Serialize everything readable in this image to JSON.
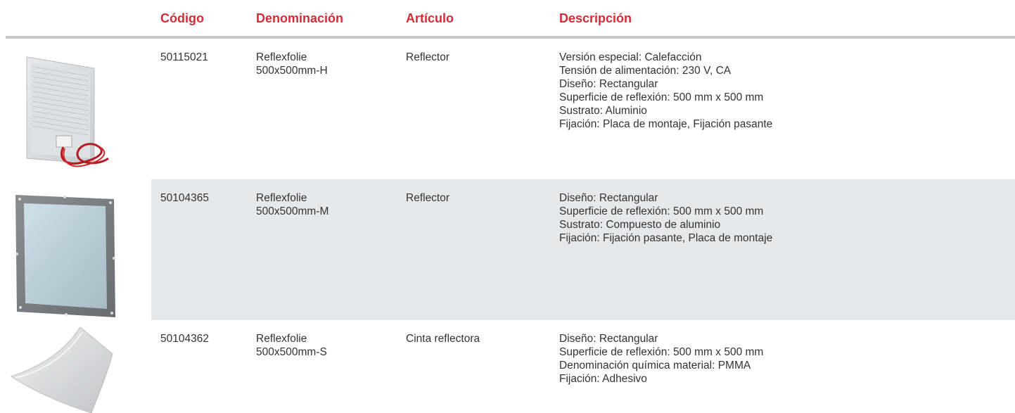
{
  "header": {
    "code": "Código",
    "name": "Denominación",
    "article": "Artículo",
    "description": "Descripción"
  },
  "colors": {
    "header_text": "#d62b36",
    "header_rule": "#c8c8c8",
    "row_alt_background": "#e7e8ea",
    "body_text": "#333333"
  },
  "rows": [
    {
      "code": "50115021",
      "name": [
        "Reflexfolie",
        "500x500mm-H"
      ],
      "article": "Reflector",
      "description": [
        "Versión especial: Calefacción",
        "Tensión de alimentación: 230 V, CA",
        "Diseño: Rectangular",
        "Superficie de reflexión: 500 mm x 500 mm",
        "Sustrato: Aluminio",
        "Fijación: Placa de montaje, Fijación pasante"
      ],
      "image": "heated-reflector-panel-with-red-cable"
    },
    {
      "code": "50104365",
      "name": [
        "Reflexfolie",
        "500x500mm-M"
      ],
      "article": "Reflector",
      "description": [
        "Diseño: Rectangular",
        "Superficie de reflexión: 500 mm x 500 mm",
        "Sustrato: Compuesto de aluminio",
        "Fijación: Fijación pasante, Placa de montaje"
      ],
      "image": "framed-reflector-plate"
    },
    {
      "code": "50104362",
      "name": [
        "Reflexfolie",
        "500x500mm-S"
      ],
      "article": "Cinta reflectora",
      "description": [
        "Diseño: Rectangular",
        "Superficie de reflexión: 500 mm x 500 mm",
        "Denominación química material: PMMA",
        "Fijación: Adhesivo"
      ],
      "image": "curved-reflective-foil-sheet"
    }
  ]
}
